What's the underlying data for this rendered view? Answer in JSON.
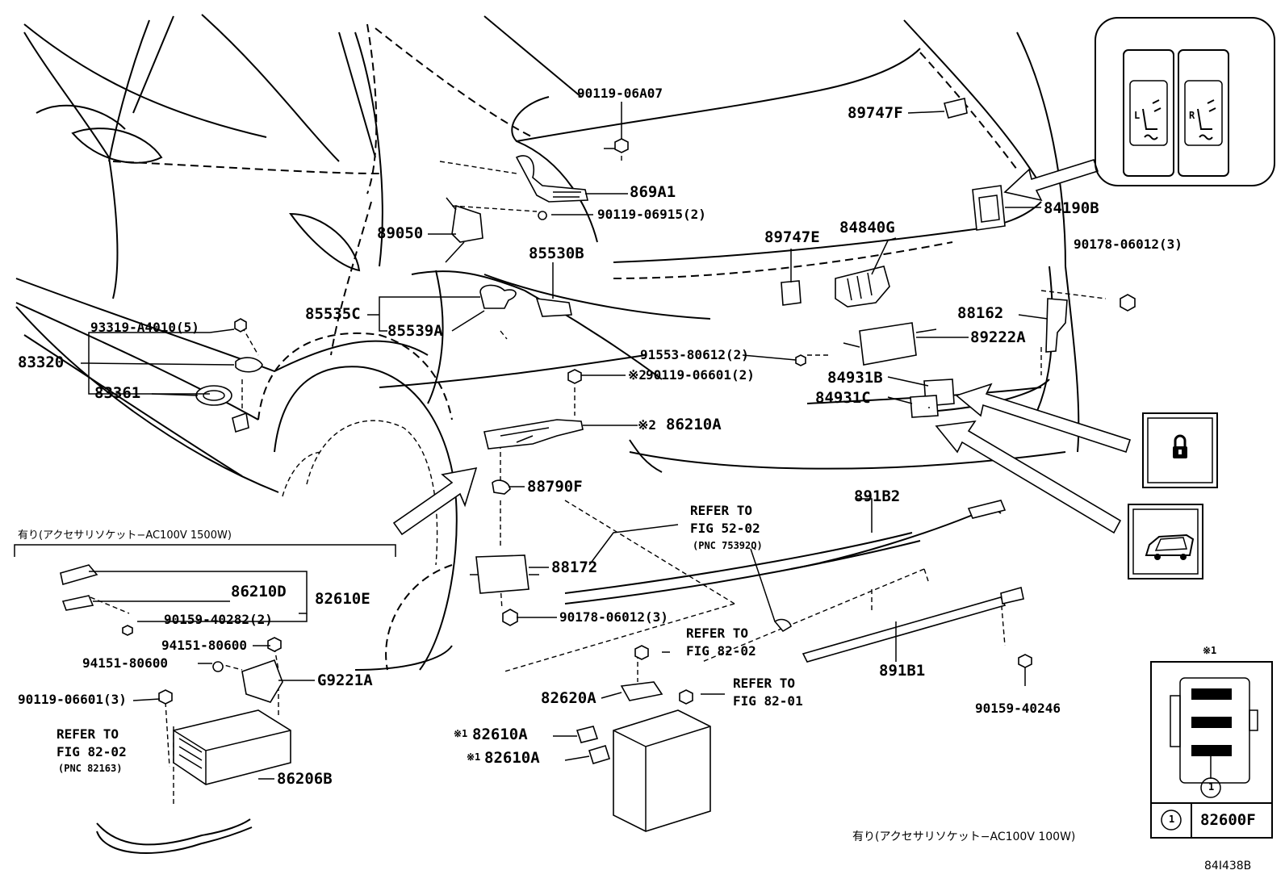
{
  "labels": {
    "p90119_06A07": "90119-06A07",
    "p869A1": "869A1",
    "p89050": "89050",
    "p90119_06915": "90119-06915(2)",
    "p85530B": "85530B",
    "p85535C": "85535C",
    "p85539A": "85539A",
    "p93319": "93319-A4010(5)",
    "p83320": "83320",
    "p83361": "83361",
    "p91553": "91553-80612(2)",
    "p90119_06601_k2": "90119-06601(2)",
    "p86210A": "86210A",
    "p88790F": "88790F",
    "p88172": "88172",
    "p90178_06012_a": "90178-06012(3)",
    "p89747F": "89747F",
    "p84190B": "84190B",
    "p90178_06012_b": "90178-06012(3)",
    "p89747E": "89747E",
    "p84840G": "84840G",
    "p88162": "88162",
    "p89222A": "89222A",
    "p84931B": "84931B",
    "p84931C": "84931C",
    "p891B2": "891B2",
    "p891B1": "891B1",
    "p90159_40246": "90159-40246",
    "p86210D": "86210D",
    "p82610E": "82610E",
    "p90159_40282": "90159-40282(2)",
    "p94151_a": "94151-80600",
    "p94151_b": "94151-80600",
    "pG9221A": "G9221A",
    "p90119_06601_3": "90119-06601(3)",
    "p86206B": "86206B",
    "p82620A": "82620A",
    "p82610A_1": "82610A",
    "p82610A_2": "82610A",
    "p82600F": "82600F"
  },
  "refs": {
    "ref1_line1": "REFER TO",
    "ref1_line2": "FIG 52-02",
    "ref1_line3": "(PNC 75392Q)",
    "ref2_line1": "REFER TO",
    "ref2_line2": "FIG 82-02",
    "ref3_line1": "REFER TO",
    "ref3_line2": "FIG 82-01",
    "ref4_line1": "REFER TO",
    "ref4_line2": "FIG 82-02",
    "ref4_line3": "(PNC 82163)"
  },
  "notes": {
    "kome1": "※1",
    "kome2": "※2",
    "circle_1": "1",
    "variant_1500w": "有り(アクセサリソケット−AC100V 1500W)",
    "variant_100w": "有り(アクセサリソケット−AC100V 100W)",
    "illustration_id": "84I438B",
    "switch_left": "L",
    "switch_right": "R"
  },
  "icons": [
    "lock-icon",
    "vehicle-rear-icon",
    "seat-heater-icon"
  ]
}
